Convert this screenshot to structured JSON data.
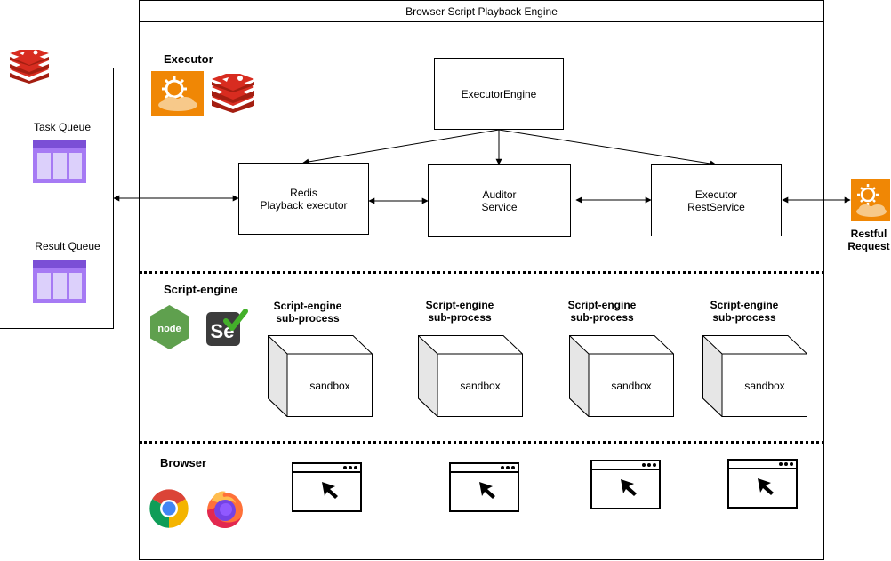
{
  "engine": {
    "title": "Browser Script Playback Engine"
  },
  "queues": {
    "task_queue": "Task Queue",
    "result_queue": "Result Queue"
  },
  "executor": {
    "section_label": "Executor",
    "engine": "ExecutorEngine",
    "redis_playback": "Redis\nPlayback executor",
    "auditor": "Auditor\nService",
    "rest_service": "Executor\nRestService"
  },
  "restful_request": "Restful\nRequest",
  "script_engine": {
    "section_label": "Script-engine",
    "subprocess_label": "Script-engine\nsub-process",
    "sandbox_label": "sandbox",
    "node_text": "node",
    "selenium_text": "Se"
  },
  "browser": {
    "section_label": "Browser"
  },
  "colors": {
    "orange": "#F08705",
    "redis_red": "#C6302B",
    "queue_purple": "#A67AF4",
    "node_green": "#5FA04E"
  }
}
